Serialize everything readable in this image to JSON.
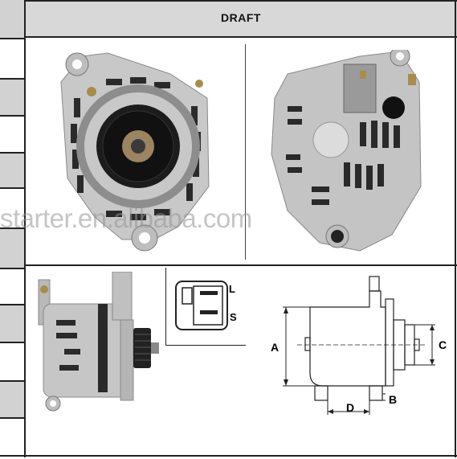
{
  "header": {
    "title": "DRAFT"
  },
  "connector": {
    "pins": [
      "L",
      "S"
    ]
  },
  "dimensions": {
    "labels": [
      "A",
      "B",
      "C",
      "D"
    ]
  },
  "watermark": {
    "text": "starter.en.alibaba.com"
  },
  "colors": {
    "header_bg": "#d8d8d8",
    "sidebar_bg": "#d2d2d2",
    "border": "#222222",
    "alternator_body": "#c9c9c9",
    "alternator_dark": "#1a1a1a"
  }
}
